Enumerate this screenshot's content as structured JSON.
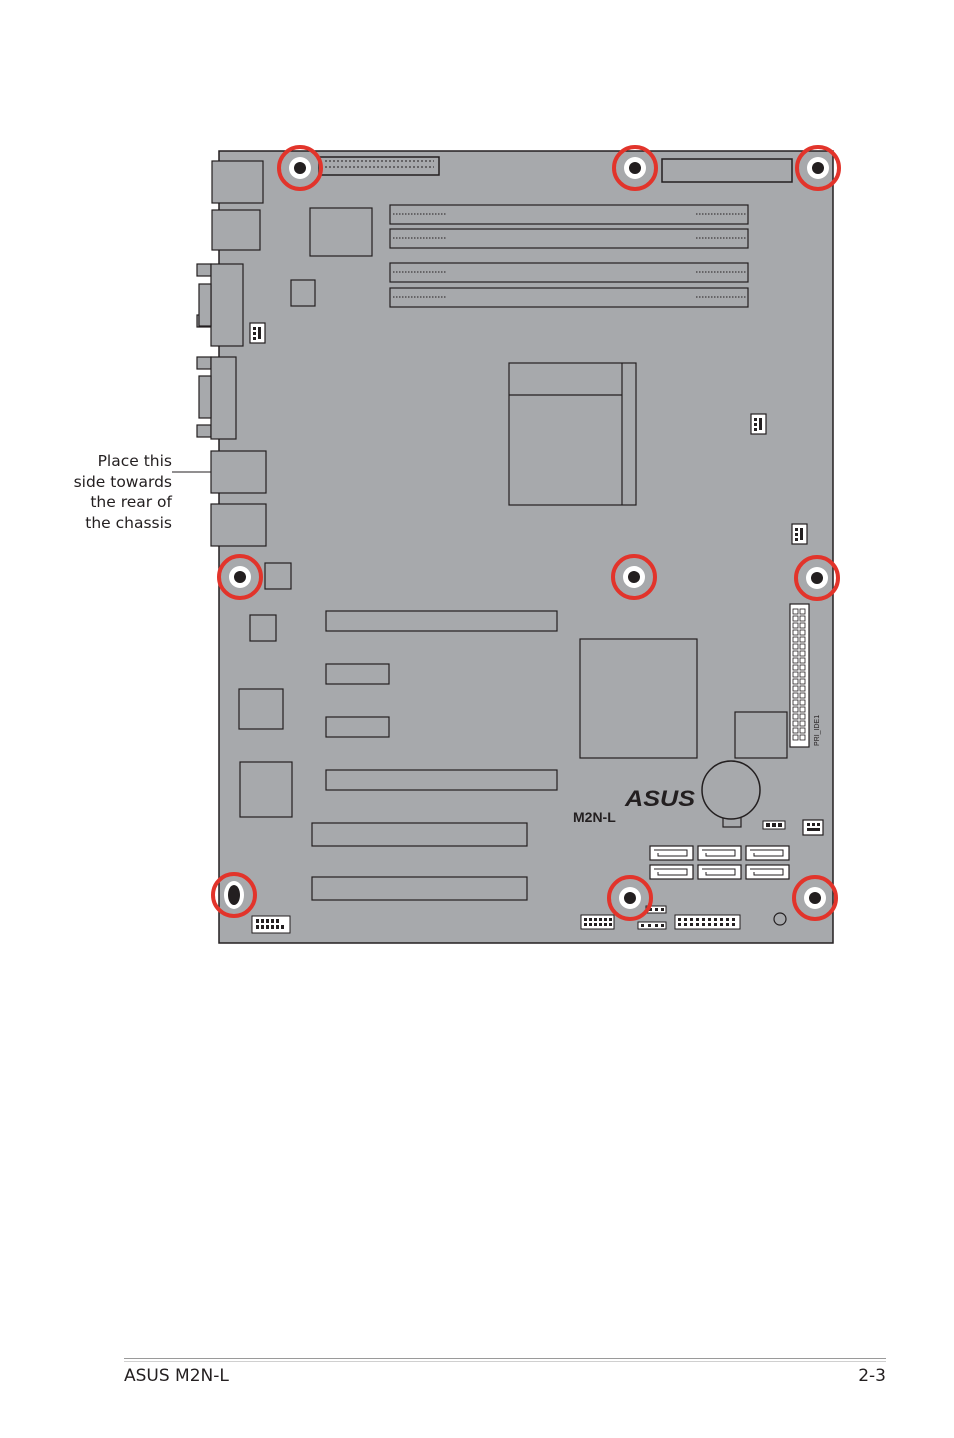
{
  "callout": {
    "line1": "Place this",
    "line2": "side towards",
    "line3": "the rear of",
    "line4": "the chassis"
  },
  "board": {
    "model_label": "M2N-L",
    "brand_logo": "ASUS",
    "ide_label": "PRI_IDE1",
    "board_color": "#a7a9ac",
    "outline_color": "#231f20",
    "screw_ring_color": "#e2342b"
  },
  "footer": {
    "left": "ASUS M2N-L",
    "right": "2-3"
  }
}
